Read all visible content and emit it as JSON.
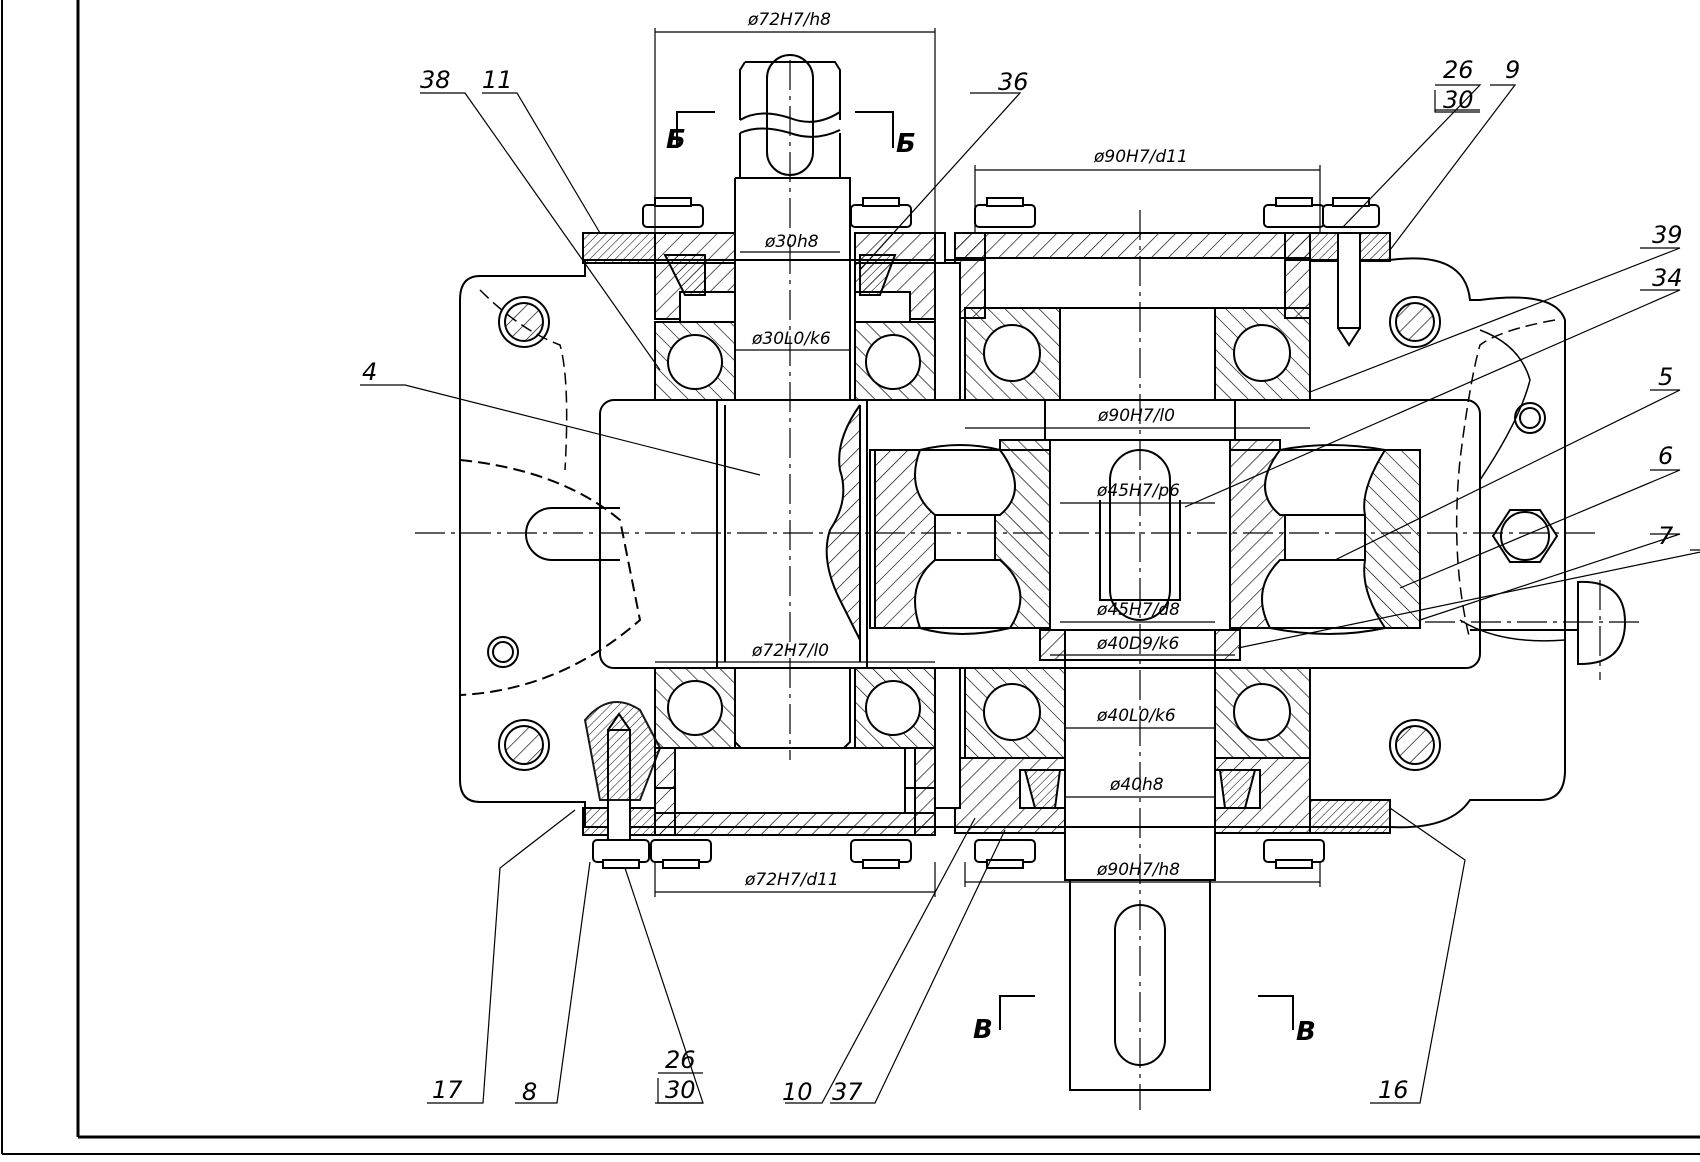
{
  "dimensions": {
    "d_72H7_h8": "ø72H7/h8",
    "d_30h8": "ø30h8",
    "d_30L0_k6": "ø30L0/k6",
    "d_90H7_d11": "ø90H7/d11",
    "d_90H7_l0": "ø90H7/l0",
    "d_45H7_p6": "ø45H7/p6",
    "d_45H7_d8": "ø45H7/d8",
    "d_40D9_k6": "ø40D9/k6",
    "d_72H7_l0": "ø72H7/l0",
    "d_40L0_k6": "ø40L0/k6",
    "d_40h8": "ø40h8",
    "d_72H7_d11": "ø72H7/d11",
    "d_90H7_h8": "ø90H7/h8"
  },
  "position_labels": {
    "p38": "38",
    "p11": "11",
    "p36": "36",
    "p26a": "26",
    "p30a": "30",
    "p9": "9",
    "p39": "39",
    "p34": "34",
    "p4": "4",
    "p5": "5",
    "p6": "6",
    "p7": "7",
    "p17": "17",
    "p8": "8",
    "p26b": "26",
    "p30b": "30",
    "p10": "10",
    "p37": "37",
    "p16": "16"
  },
  "section_marks": {
    "b_left": "Б",
    "b_right": "Б",
    "v_left": "В",
    "v_right": "В"
  }
}
